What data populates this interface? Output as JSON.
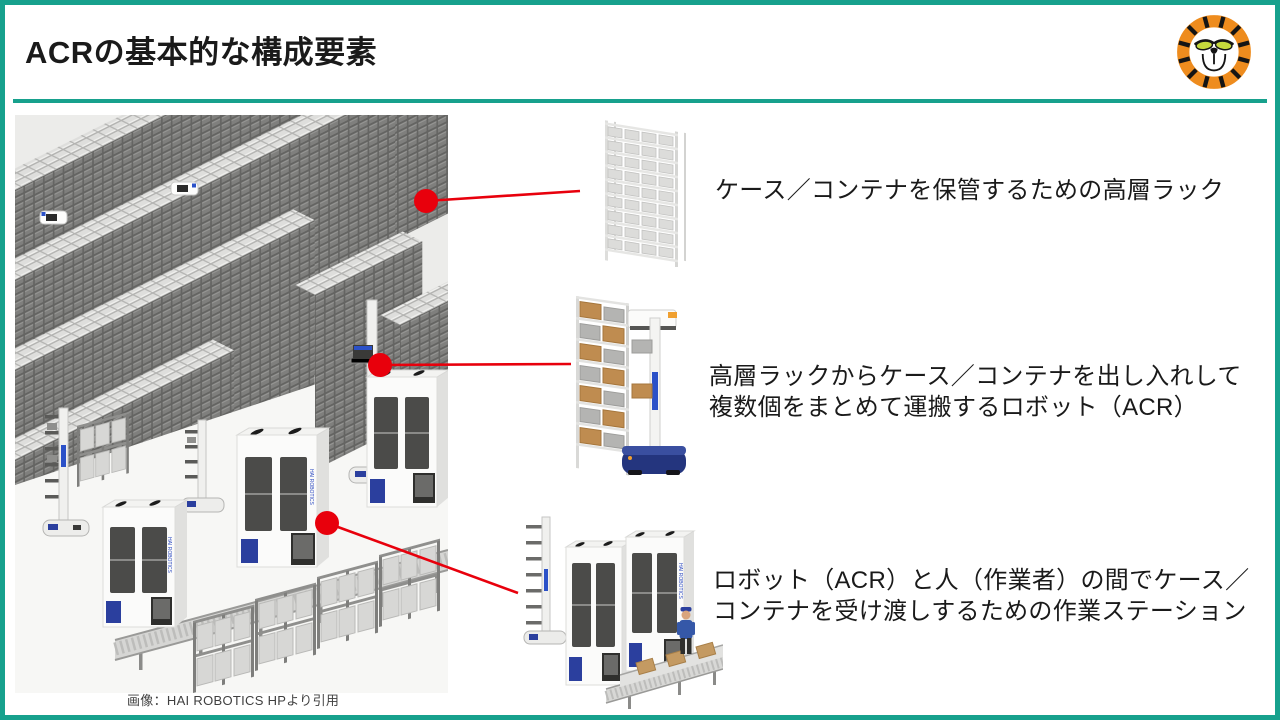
{
  "header": {
    "title": "ACRの基本的な構成要素"
  },
  "brand": "HAI ROBOTICS",
  "image_caption": "画像：HAI ROBOTICS HPより引用",
  "callouts": [
    {
      "id": "high-rack",
      "lines": [
        "ケース／コンテナを保管するための高層ラック"
      ]
    },
    {
      "id": "acr-robot",
      "lines": [
        "高層ラックからケース／コンテナを出し入れして",
        "複数個をまとめて運搬するロボット（ACR）"
      ]
    },
    {
      "id": "workstation",
      "lines": [
        "ロボット（ACR）と人（作業者）の間でケース／",
        "コンテナを受け渡しするための作業ステーション"
      ]
    }
  ],
  "colors": {
    "accent_teal": "#17A18D",
    "connector_red": "#E8000C",
    "logo_orange": "#EE8C1E",
    "tower_blue": "#2B3F9E"
  }
}
